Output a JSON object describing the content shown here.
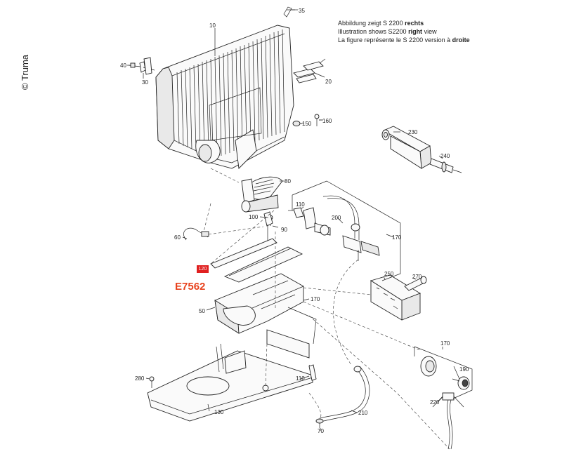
{
  "copyright": "© Truma",
  "caption": {
    "line1_prefix": "Abbildung zeigt S 2200 ",
    "line1_bold": "rechts",
    "line2_prefix": "Illustration shows S2200 ",
    "line2_bold": "right",
    "line2_suffix": " view",
    "line3_prefix": "La figure représente le S 2200 version à ",
    "line3_bold": "droite"
  },
  "diagram_code": "E7562",
  "highlight": {
    "label": "120",
    "color": "#e02020"
  },
  "code_color": "#e8431e",
  "part_numbers": {
    "p35": "35",
    "p10": "10",
    "p40": "40",
    "p30": "30",
    "p20": "20",
    "p150": "150",
    "p160": "160",
    "p230": "230",
    "p240": "240",
    "p80": "80",
    "p110a": "110",
    "p100": "100",
    "p200": "200",
    "p90": "90",
    "p60": "60",
    "p170a": "170",
    "p250": "250",
    "p270": "270",
    "p50": "50",
    "p170b": "170",
    "p170c": "170",
    "p190": "190",
    "p280": "280",
    "p110b": "110",
    "p220": "220",
    "p130": "130",
    "p210": "210",
    "p70": "70"
  }
}
